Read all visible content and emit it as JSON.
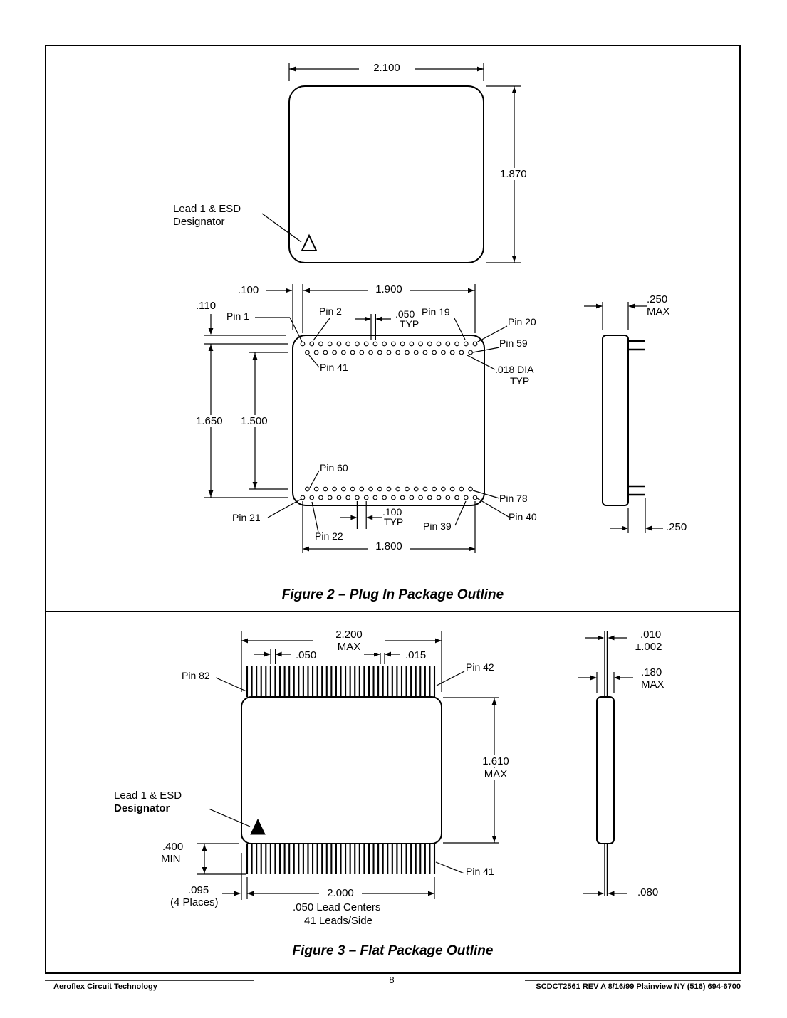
{
  "figure2": {
    "caption": "Figure 2 – Plug In Package Outline",
    "lead1_label": {
      "line1": "Lead 1 & ESD",
      "line2": "Designator"
    },
    "dims": {
      "body_width": "2.100",
      "body_height": "1.870",
      "edge_to_pin1": ".100",
      "pin_row_span": "1.900",
      "top_edge_offset": ".110",
      "stagger_pitch": ".050",
      "stagger_pitch_qual": "TYP",
      "pin_dia": ".018 DIA",
      "pin_dia_qual": "TYP",
      "outer_row_span": "1.650",
      "inner_row_span": "1.500",
      "pin_pitch": ".100",
      "pin_pitch_qual": "TYP",
      "bottom_row_span": "1.800",
      "side_thickness": ".250",
      "side_thickness_qual": "MAX",
      "side_lead_len": ".250"
    },
    "pin_labels": {
      "pin1": "Pin 1",
      "pin2": "Pin 2",
      "pin19": "Pin 19",
      "pin20": "Pin 20",
      "pin21": "Pin 21",
      "pin22": "Pin 22",
      "pin39": "Pin 39",
      "pin40": "Pin 40",
      "pin41": "Pin 41",
      "pin59": "Pin 59",
      "pin60": "Pin 60",
      "pin78": "Pin 78"
    }
  },
  "figure3": {
    "caption": "Figure 3 – Flat Package Outline",
    "lead1_label": {
      "line1": "Lead 1 & ESD",
      "line2": "Designator"
    },
    "dims": {
      "body_width": "2.200",
      "body_width_qual": "MAX",
      "lead_pitch": ".050",
      "lead_width": ".015",
      "body_height": "1.610",
      "body_height_qual": "MAX",
      "lead_length": ".400",
      "lead_length_qual": "MIN",
      "corner_offset": ".095",
      "corner_offset_qual": "(4 Places)",
      "lead_span": "2.000",
      "lead_centers_note": ".050 Lead Centers",
      "leads_per_side_note": "41 Leads/Side",
      "lead_thickness": ".010",
      "lead_thickness_tol": "±.002",
      "body_thickness": ".180",
      "body_thickness_qual": "MAX",
      "standoff": ".080"
    },
    "pin_labels": {
      "pin41": "Pin 41",
      "pin42": "Pin 42",
      "pin82": "Pin 82"
    }
  },
  "footer": {
    "company": "Aeroflex Circuit Technology",
    "page_number": "8",
    "doc_info": "SCDCT2561 REV A  8/16/99  Plainview NY (516) 694-6700"
  }
}
